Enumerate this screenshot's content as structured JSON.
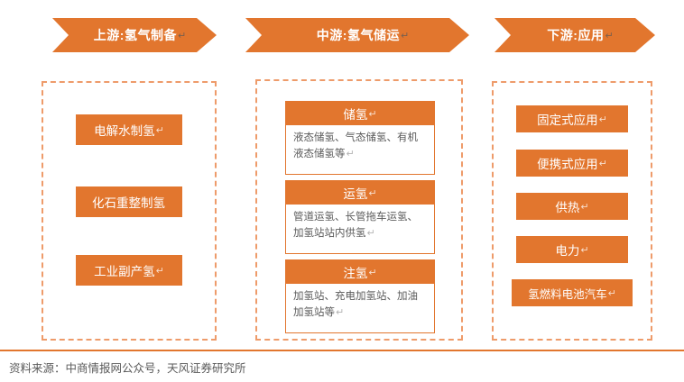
{
  "headers": [
    {
      "id": "upstream",
      "label": "上游:氢气制备",
      "return_mark": "↵"
    },
    {
      "id": "midstream",
      "label": "中游:氢气储运",
      "return_mark": "↵"
    },
    {
      "id": "downstream",
      "label": "下游:应用",
      "return_mark": "↵"
    }
  ],
  "upstream": {
    "items": [
      {
        "label": "电解水制氢",
        "return_mark": "↵"
      },
      {
        "label": "化石重整制氢",
        "return_mark": ""
      },
      {
        "label": "工业副产氢",
        "return_mark": "↵"
      }
    ]
  },
  "midstream": {
    "cards": [
      {
        "title": "储氢",
        "title_return_mark": "↵",
        "body": "液态储氢、气态储氢、有机液态储氢等",
        "body_return_mark": "↵"
      },
      {
        "title": "运氢",
        "title_return_mark": "↵",
        "body": "管道运氢、长管拖车运氢、加氢站站内供氢",
        "body_return_mark": "↵"
      },
      {
        "title": "注氢",
        "title_return_mark": "↵",
        "body": "加氢站、充电加氢站、加油加氢站等",
        "body_return_mark": "↵"
      }
    ]
  },
  "downstream": {
    "items": [
      {
        "label": "固定式应用",
        "return_mark": "↵"
      },
      {
        "label": "便携式应用",
        "return_mark": "↵"
      },
      {
        "label": "供热",
        "return_mark": "↵"
      },
      {
        "label": "电力",
        "return_mark": "↵"
      },
      {
        "label": "氢燃料电池汽车",
        "return_mark": "↵"
      }
    ]
  },
  "footer": {
    "source": "资料来源：中商情报网公众号，天风证券研究所"
  },
  "colors": {
    "accent": "#E2762E",
    "dashed_border": "#EE9B6A",
    "text": "#5A5A5A",
    "background": "#FFFFFF"
  }
}
